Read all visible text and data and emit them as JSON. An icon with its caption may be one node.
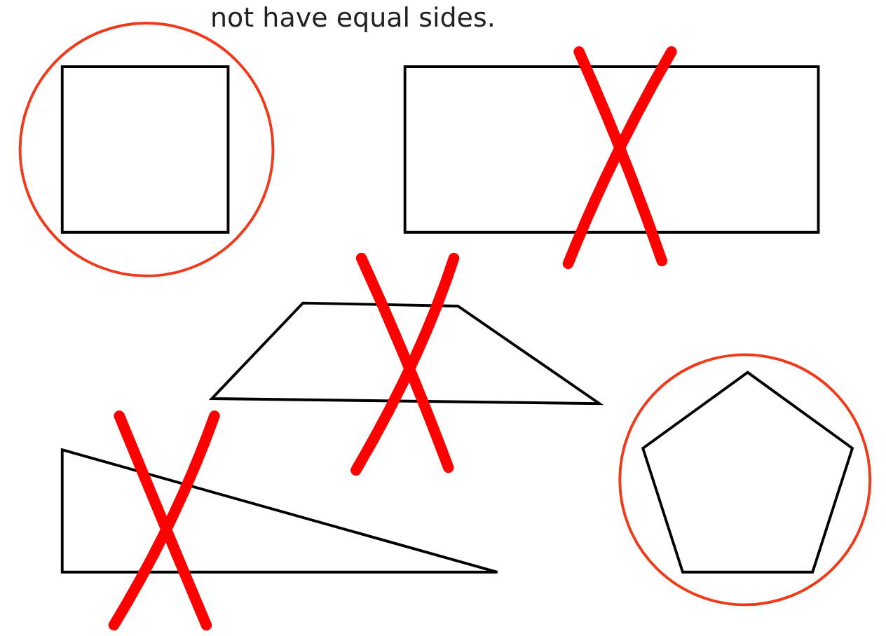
{
  "diagram": {
    "nodes": [
      {
        "text": [],
        "shape": "square"
      },
      {
        "text": [],
        "shape": "rectangle"
      },
      {
        "text": [],
        "shape": "trapezoid"
      },
      {
        "text": [],
        "shape": "triangle"
      },
      {
        "text": [],
        "shape": "pentagon"
      }
    ],
    "labels": [
      "not have equal sides."
    ]
  }
}
